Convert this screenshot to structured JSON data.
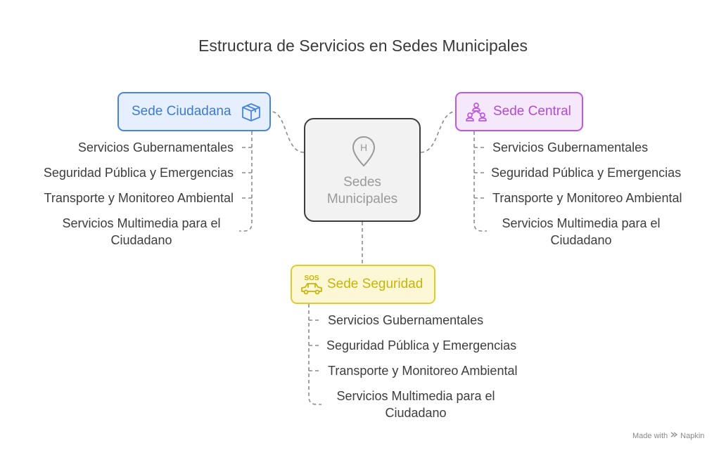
{
  "title": "Estructura de Servicios en Sedes Municipales",
  "center": {
    "label_line1": "Sedes",
    "label_line2": "Municipales",
    "icon": "hospital-pin-icon"
  },
  "nodes": {
    "ciudadana": {
      "label": "Sede Ciudadana",
      "icon": "box-icon",
      "color": "#4a86d8",
      "items": [
        "Servicios Gubernamentales",
        "Seguridad Pública y Emergencias",
        "Transporte y Monitoreo Ambiental",
        {
          "line1": "Servicios Multimedia para el",
          "line2": "Ciudadano"
        }
      ]
    },
    "central": {
      "label": "Sede Central",
      "icon": "people-network-icon",
      "color": "#bd58e2",
      "items": [
        "Servicios Gubernamentales",
        "Seguridad Pública y Emergencias",
        "Transporte y Monitoreo Ambiental",
        {
          "line1": "Servicios Multimedia para el",
          "line2": "Ciudadano"
        }
      ]
    },
    "seguridad": {
      "label": "Sede Seguridad",
      "icon": "sos-car-icon",
      "color": "#e1cc2a",
      "items": [
        "Servicios Gubernamentales",
        "Seguridad Pública y Emergencias",
        "Transporte y Monitoreo Ambiental",
        {
          "line1": "Servicios Multimedia para el",
          "line2": "Ciudadano"
        }
      ]
    }
  },
  "footer": {
    "text": "Made with",
    "brand": "Napkin"
  }
}
